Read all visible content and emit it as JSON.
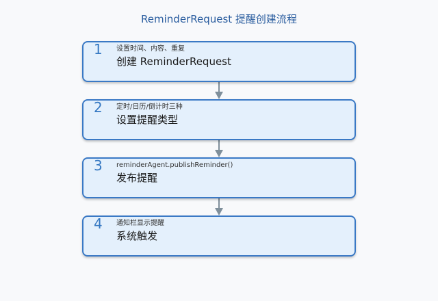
{
  "diagram": {
    "title": "ReminderRequest 提醒创建流程",
    "steps": [
      {
        "number": "1",
        "sub": "设置时间、内容、重复",
        "main": "创建 ReminderRequest"
      },
      {
        "number": "2",
        "sub": "定时/日历/倒计时三种",
        "main": "设置提醒类型"
      },
      {
        "number": "3",
        "sub": "reminderAgent.publishReminder()",
        "main": "发布提醒"
      },
      {
        "number": "4",
        "sub": "通知栏显示提醒",
        "main": "系统触发"
      }
    ]
  },
  "colors": {
    "background": "#f8f9fb",
    "title": "#2a5d9f",
    "box_border": "#3a79c5",
    "box_fill": "#e4f0fc",
    "step_number": "#3578c2",
    "arrow": "#7f8f9b"
  }
}
